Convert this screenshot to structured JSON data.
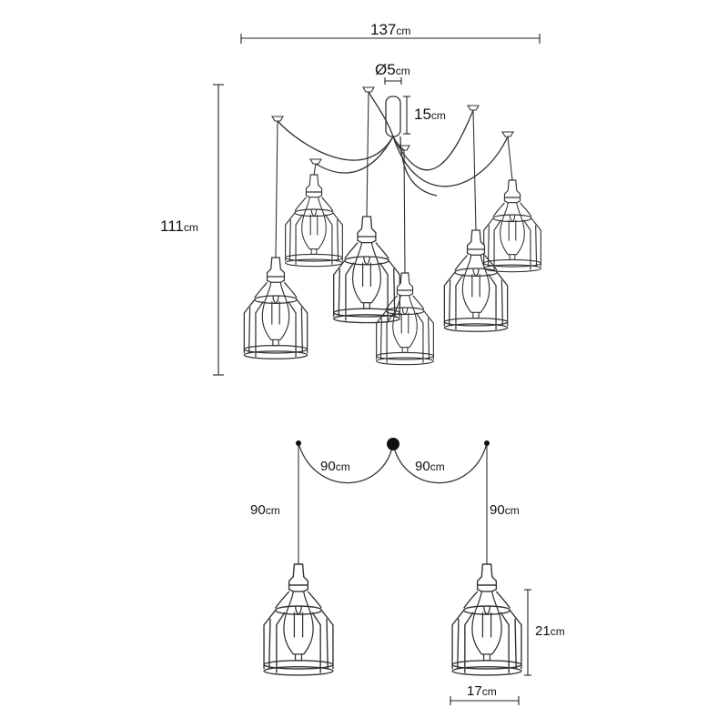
{
  "top_view": {
    "width": {
      "value": "137",
      "unit": "cm"
    },
    "height": {
      "value": "111",
      "unit": "cm"
    },
    "canopy_diameter": {
      "value": "Ø5",
      "unit": "cm"
    },
    "canopy_height": {
      "value": "15",
      "unit": "cm"
    }
  },
  "detail_view": {
    "cable_left": {
      "value": "90",
      "unit": "cm"
    },
    "cable_right": {
      "value": "90",
      "unit": "cm"
    },
    "drop_left": {
      "value": "90",
      "unit": "cm"
    },
    "drop_right": {
      "value": "90",
      "unit": "cm"
    },
    "shade_height": {
      "value": "21",
      "unit": "cm"
    },
    "shade_width": {
      "value": "17",
      "unit": "cm"
    }
  },
  "colors": {
    "line": "#333333",
    "text": "#111111",
    "background": "#ffffff"
  },
  "lamp_count": 6
}
